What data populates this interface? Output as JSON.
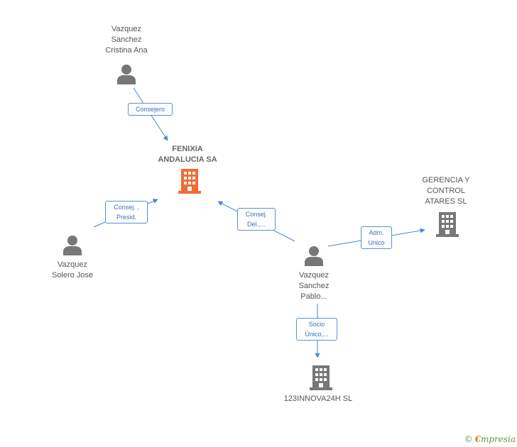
{
  "nodes": {
    "fenixia": {
      "lines": [
        "FENIXIA",
        "ANDALUCIA SA"
      ],
      "icon": "building-icon",
      "color": "#f26b35"
    },
    "cristina": {
      "lines": [
        "Vazquez",
        "Sanchez",
        "Cristina Ana"
      ],
      "icon": "person-icon"
    },
    "solero": {
      "lines": [
        "Vazquez",
        "Solero Jose"
      ],
      "icon": "person-icon"
    },
    "pablo": {
      "lines": [
        "Vazquez",
        "Sanchez",
        "Pablo..."
      ],
      "icon": "person-icon"
    },
    "gerencia": {
      "lines": [
        "GERENCIA Y",
        "CONTROL",
        "ATARES SL"
      ],
      "icon": "building-icon",
      "color": "#777777"
    },
    "innova": {
      "lines": [
        "123INNOVA24H SL"
      ],
      "icon": "building-icon",
      "color": "#777777"
    }
  },
  "edges": {
    "consejero": {
      "lines": [
        "Consejero"
      ]
    },
    "consej_presid": {
      "lines": [
        "Consej. ,",
        "Presid."
      ]
    },
    "consej_del": {
      "lines": [
        "Consej.",
        "Del.,..."
      ]
    },
    "adm_unico": {
      "lines": [
        "Adm.",
        "Unico"
      ]
    },
    "socio_unico": {
      "lines": [
        "Socio",
        "Único,..."
      ]
    }
  },
  "colors": {
    "edge": "#4a86d6",
    "person": "#777777"
  },
  "brand": {
    "copyright": "©",
    "e": "€",
    "name": "mpresia"
  }
}
